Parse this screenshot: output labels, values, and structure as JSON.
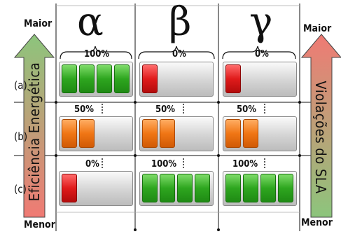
{
  "axes": {
    "left_top": "Maior",
    "left_bottom": "Menor",
    "left_label": "Eficiência Energética",
    "right_top": "Maior",
    "right_bottom": "Menor",
    "right_label": "Violações do SLA"
  },
  "columns": [
    {
      "symbol": "α",
      "header_pct": "100%"
    },
    {
      "symbol": "β",
      "header_pct": "0%"
    },
    {
      "symbol": "γ",
      "header_pct": "0%"
    }
  ],
  "rows": [
    {
      "label": "(a)",
      "cells": [
        {
          "level_pct": "100%",
          "cells_filled": 4,
          "color": "green",
          "pct_visible": false
        },
        {
          "level_pct": "0%",
          "cells_filled": 1,
          "color": "red",
          "pct_visible": false
        },
        {
          "level_pct": "0%",
          "cells_filled": 1,
          "color": "red",
          "pct_visible": false
        }
      ]
    },
    {
      "label": "(b)",
      "cells": [
        {
          "level_pct": "50%",
          "cells_filled": 2,
          "color": "orange",
          "pct_visible": true
        },
        {
          "level_pct": "50%",
          "cells_filled": 2,
          "color": "orange",
          "pct_visible": true
        },
        {
          "level_pct": "50%",
          "cells_filled": 2,
          "color": "orange",
          "pct_visible": true
        }
      ]
    },
    {
      "label": "(c)",
      "cells": [
        {
          "level_pct": "0%",
          "cells_filled": 1,
          "color": "red",
          "pct_visible": true
        },
        {
          "level_pct": "100%",
          "cells_filled": 4,
          "color": "green",
          "pct_visible": true
        },
        {
          "level_pct": "100%",
          "cells_filled": 4,
          "color": "green",
          "pct_visible": true
        }
      ]
    }
  ],
  "colors": {
    "arrow_left_top": "#8cc57c",
    "arrow_left_bottom": "#f07a74",
    "arrow_right_top": "#f07a74",
    "arrow_right_bottom": "#8cc57c",
    "green": "#2ea61f",
    "orange": "#f07615",
    "red": "#e01b1b"
  }
}
